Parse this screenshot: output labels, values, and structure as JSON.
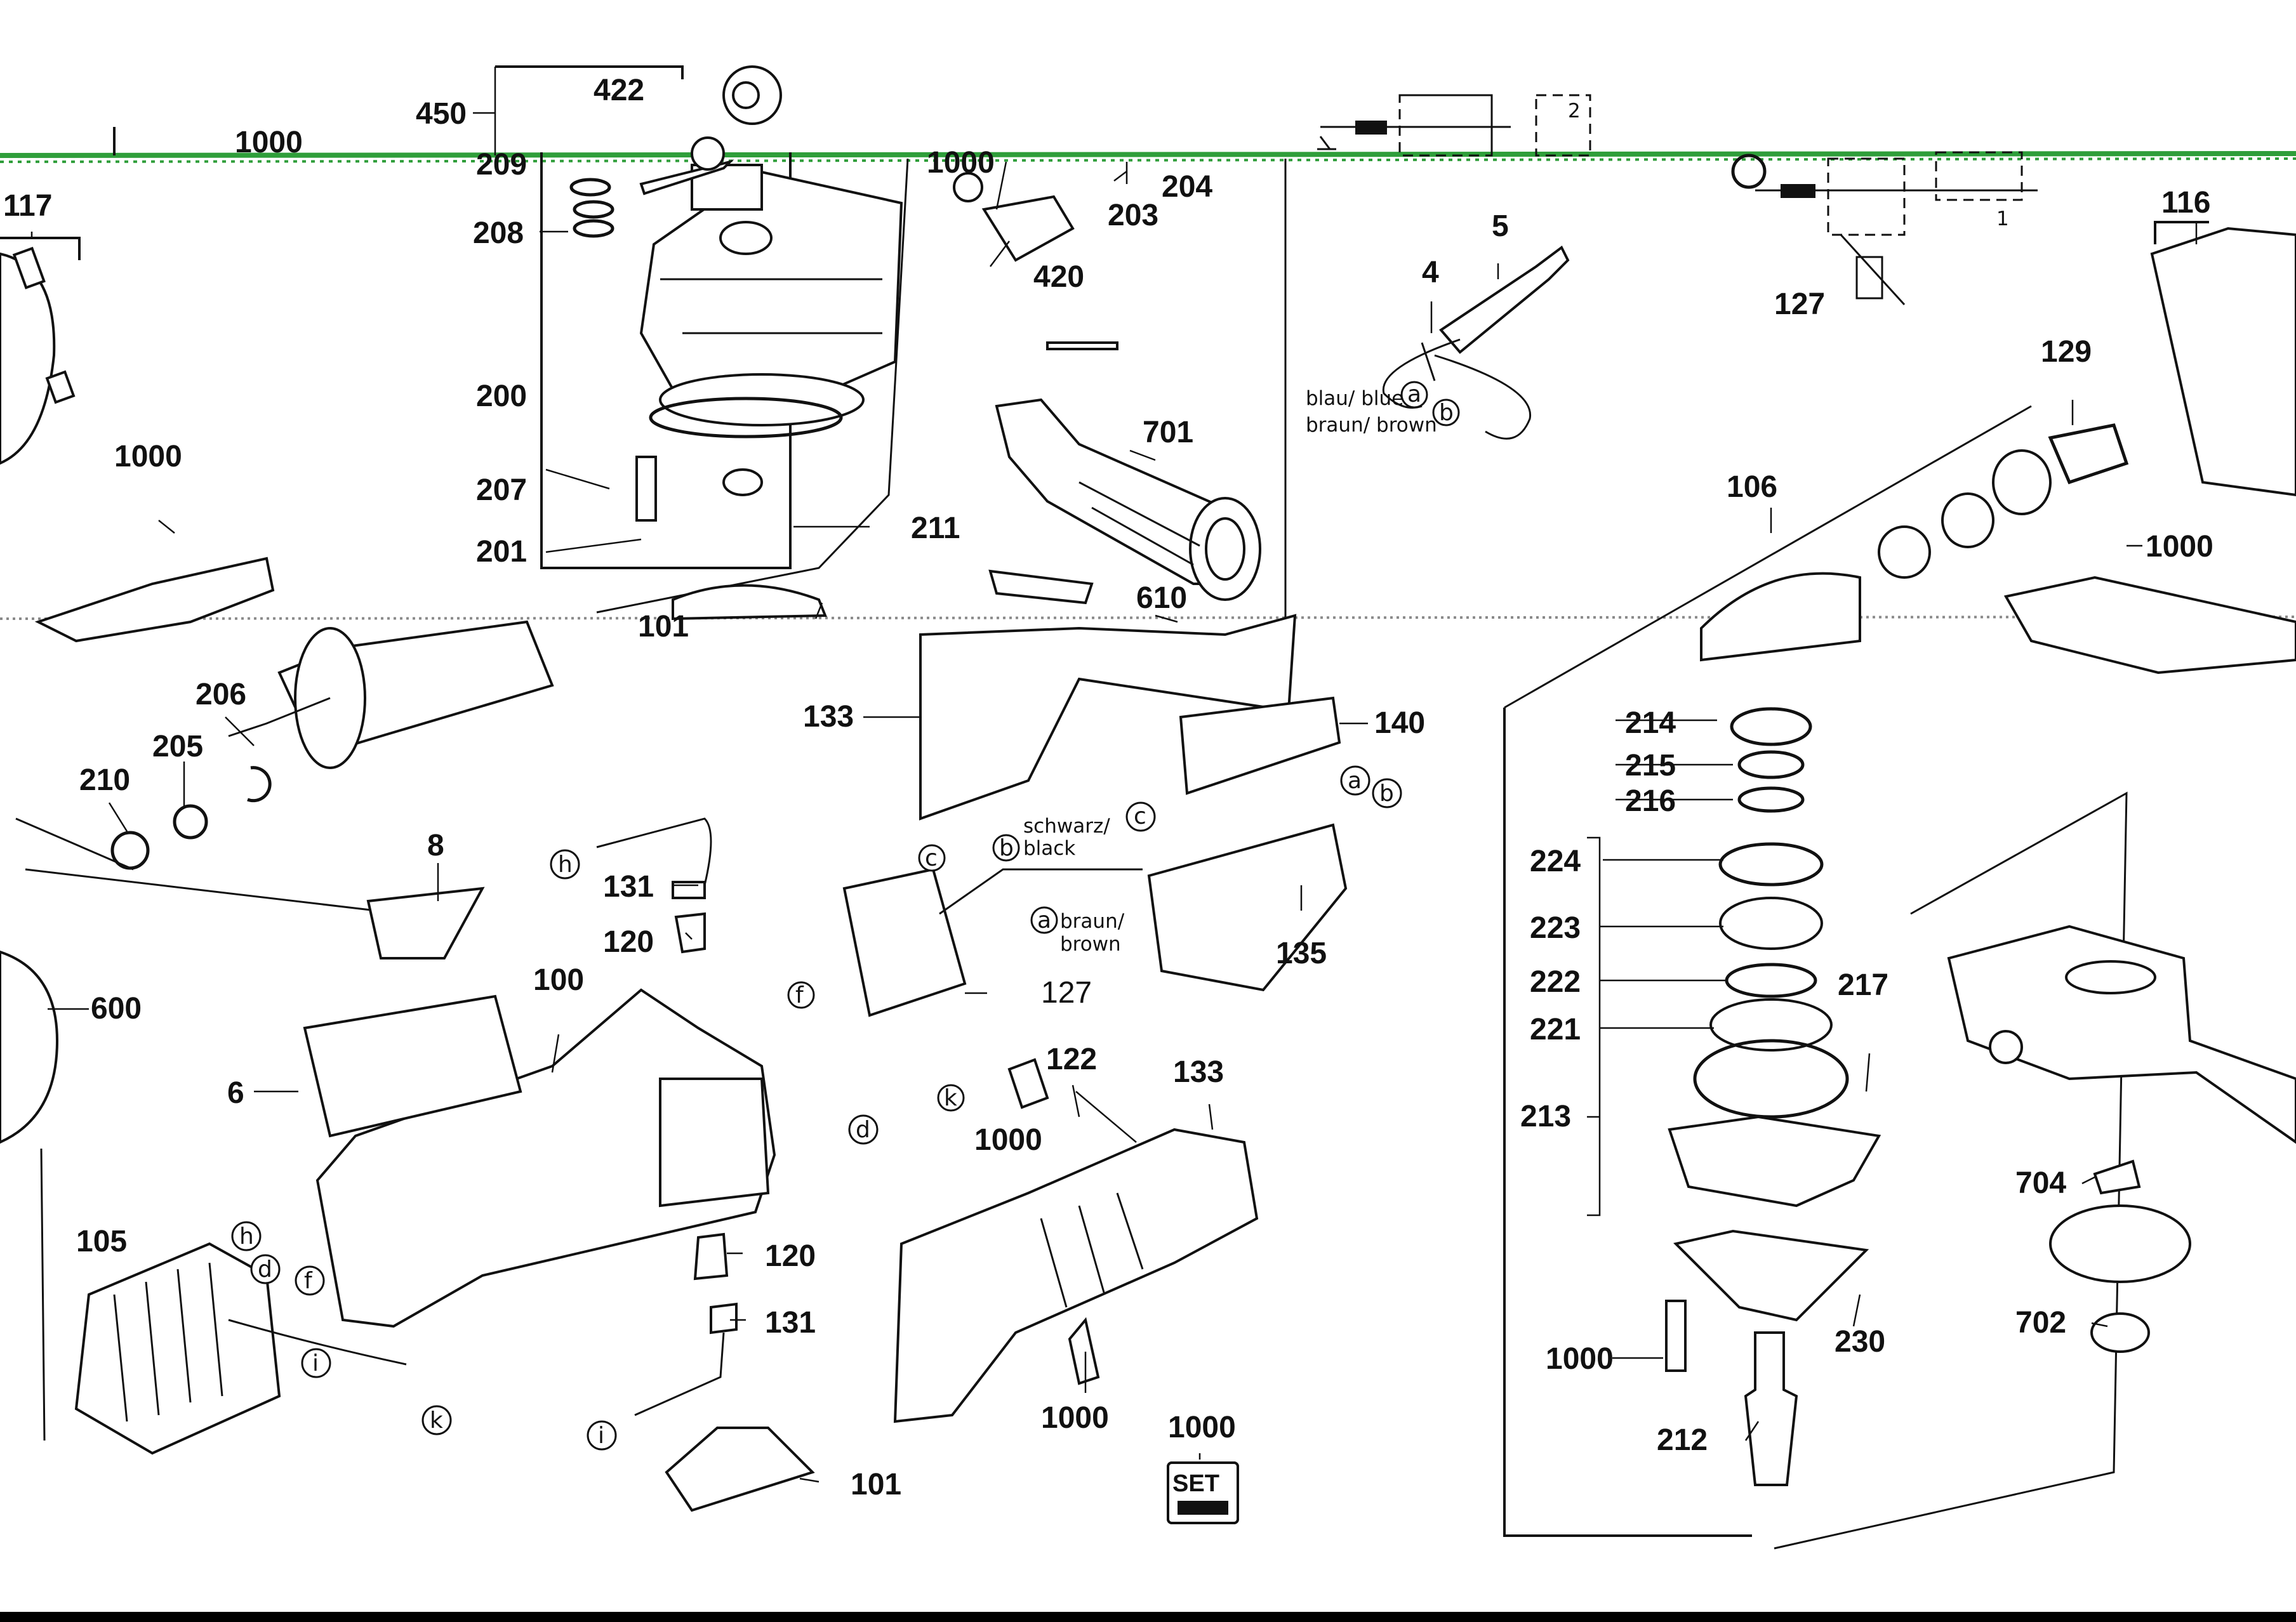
{
  "parts": {
    "p1000_top": "1000",
    "p450": "450",
    "p422": "422",
    "p209": "209",
    "p208": "208",
    "p200": "200",
    "p207": "207",
    "p201": "201",
    "p211": "211",
    "p101_top": "101",
    "p1000_mid": "1000",
    "p204": "204",
    "p203": "203",
    "p420": "420",
    "p701": "701",
    "p610": "610",
    "p117": "117",
    "p1000_left": "1000",
    "p5": "5",
    "p4": "4",
    "p127_top": "127",
    "p116": "116",
    "p129": "129",
    "p106": "106",
    "p1000_right": "1000",
    "p206": "206",
    "p205": "205",
    "p210": "210",
    "p133_top": "133",
    "p140": "140",
    "p135": "135",
    "p8": "8",
    "p131_top": "131",
    "p120_top": "120",
    "p127_mid": "127",
    "p600": "600",
    "p100": "100",
    "p6": "6",
    "p122": "122",
    "p1000_switch": "1000",
    "p133_handle": "133",
    "p105": "105",
    "p120_bot": "120",
    "p131_bot": "131",
    "p1000_handle": "1000",
    "p1000_set": "1000",
    "p101_bot": "101",
    "p214": "214",
    "p215": "215",
    "p216": "216",
    "p224": "224",
    "p223": "223",
    "p222": "222",
    "p221": "221",
    "p213": "213",
    "p217": "217",
    "p1000_shaft": "1000",
    "p230": "230",
    "p212": "212",
    "p704": "704",
    "p702": "702"
  },
  "wire_labels": {
    "blue": "blau/ blue",
    "brown": "braun/ brown",
    "black_1": "schwarz/",
    "black_2": "black",
    "brown_2a": "braun/",
    "brown_2b": "brown"
  },
  "letters": {
    "a": "a",
    "b": "b",
    "c": "c",
    "d": "d",
    "f": "f",
    "h": "h",
    "i": "i",
    "k": "k"
  },
  "set_badge": "SET",
  "schematic_marks": {
    "two": "2",
    "one": "1"
  },
  "colors": {
    "line": "#111111",
    "scan_artifact": "#2f9e3a",
    "bottom_bar": "#000000"
  }
}
